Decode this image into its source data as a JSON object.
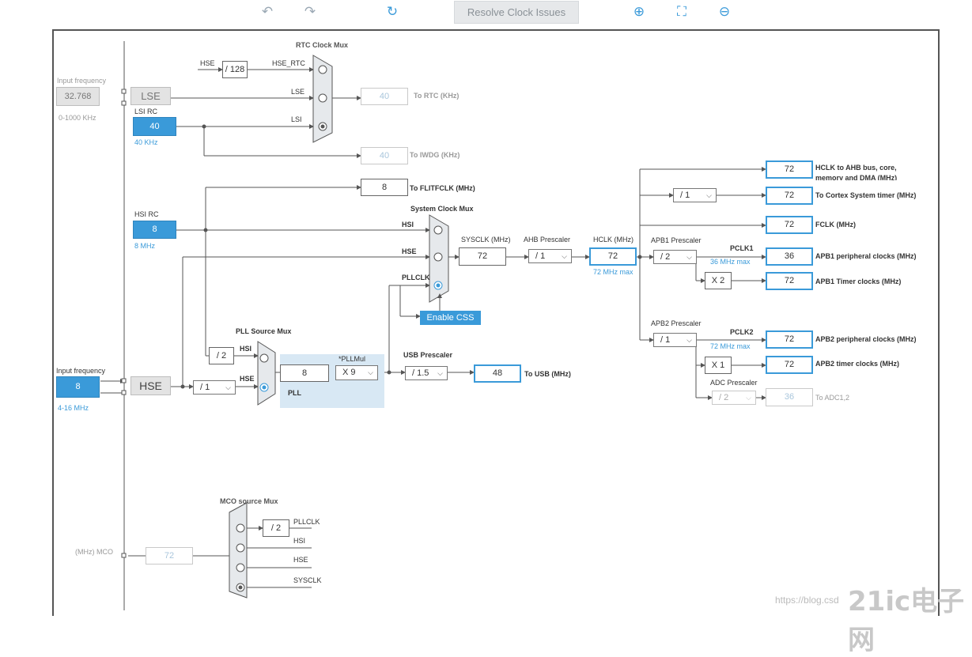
{
  "toolbar": {
    "undo_icon": "undo-icon",
    "redo_icon": "redo-icon",
    "refresh_icon": "refresh-icon",
    "resolve_label": "Resolve Clock Issues",
    "zoom_in_icon": "zoom-in-icon",
    "fit_icon": "fit-icon",
    "zoom_out_icon": "zoom-out-icon"
  },
  "lse": {
    "input_label": "Input frequency",
    "input_value": "32.768",
    "range": "0-1000 KHz",
    "block": "LSE"
  },
  "lsi": {
    "title": "LSI RC",
    "value": "40",
    "unit": "40 KHz"
  },
  "rtc": {
    "mux_title": "RTC Clock Mux",
    "hse_label": "HSE",
    "div_value": "/ 128",
    "hse_rtc": "HSE_RTC",
    "lse_label": "LSE",
    "lsi_label": "LSI",
    "out_value": "40",
    "out_label": "To RTC (KHz)"
  },
  "iwdg": {
    "value": "40",
    "label": "To IWDG (KHz)"
  },
  "flit": {
    "value": "8",
    "label": "To FLITFCLK (MHz)"
  },
  "hsi": {
    "title": "HSI RC",
    "value": "8",
    "unit": "8 MHz"
  },
  "sysmux": {
    "title": "System Clock Mux",
    "hsi": "HSI",
    "hse": "HSE",
    "pllclk": "PLLCLK",
    "css": "Enable CSS"
  },
  "sysclk": {
    "label": "SYSCLK (MHz)",
    "value": "72"
  },
  "ahb": {
    "label": "AHB Prescaler",
    "value": "/ 1"
  },
  "hclk": {
    "label": "HCLK (MHz)",
    "value": "72",
    "max": "72 MHz max"
  },
  "outputs": {
    "hclk_val": "72",
    "hclk_label_1": "HCLK to AHB bus, core,",
    "hclk_label_2": "memory and DMA (MHz)",
    "cortex_div": "/ 1",
    "cortex_val": "72",
    "cortex_label": "To Cortex System timer (MHz)",
    "fclk_val": "72",
    "fclk_label": "FCLK (MHz)"
  },
  "apb1": {
    "title": "APB1 Prescaler",
    "div": "/ 2",
    "pclk": "PCLK1",
    "max": "36 MHz max",
    "periph_val": "36",
    "periph_label": "APB1 peripheral clocks (MHz)",
    "mult": "X 2",
    "timer_val": "72",
    "timer_label": "APB1 Timer clocks (MHz)"
  },
  "apb2": {
    "title": "APB2 Prescaler",
    "div": "/ 1",
    "pclk": "PCLK2",
    "max": "72 MHz max",
    "periph_val": "72",
    "periph_label": "APB2 peripheral clocks (MHz)",
    "mult": "X 1",
    "timer_val": "72",
    "timer_label": "APB2 timer clocks (MHz)"
  },
  "adc": {
    "title": "ADC Prescaler",
    "div": "/ 2",
    "value": "36",
    "label": "To ADC1,2"
  },
  "hse": {
    "input_label": "Input frequency",
    "value": "8",
    "range": "4-16 MHz",
    "block": "HSE",
    "div": "/ 1"
  },
  "pll": {
    "mux_title": "PLL Source Mux",
    "div2": "/ 2",
    "hsi": "HSI",
    "hse": "HSE",
    "mul_title": "*PLLMul",
    "value": "8",
    "mul": "X 9",
    "label": "PLL"
  },
  "usb": {
    "title": "USB Prescaler",
    "div": "/ 1.5",
    "value": "48",
    "label": "To USB (MHz)"
  },
  "mco": {
    "title": "MCO source Mux",
    "div": "/ 2",
    "pllclk": "PLLCLK",
    "hsi": "HSI",
    "hse": "HSE",
    "sysclk": "SYSCLK",
    "value": "72",
    "label": "(MHz) MCO"
  },
  "watermark": {
    "url": "https://blog.csd",
    "logo": "21ic电子网"
  },
  "colors": {
    "accent": "#3a9ad9",
    "pll_bg": "#d8e8f4",
    "line": "#555555"
  }
}
